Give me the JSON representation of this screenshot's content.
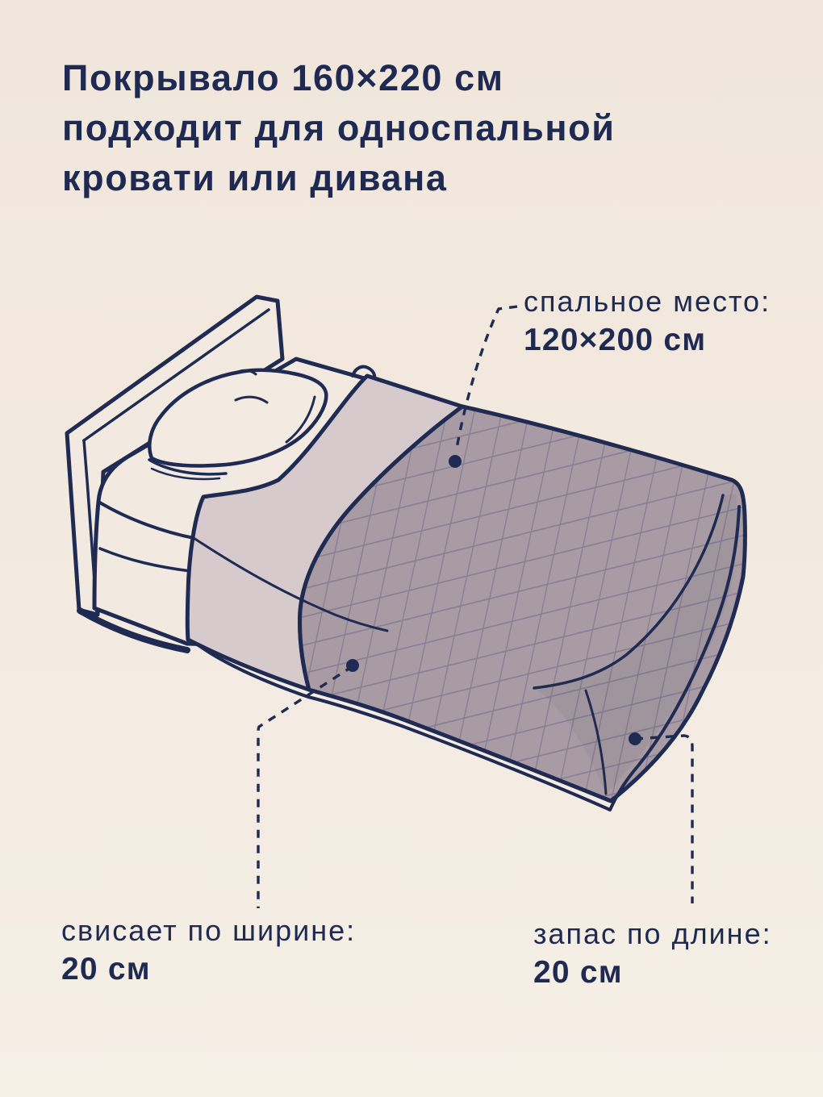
{
  "title": {
    "line1": "Покрывало 160×220 см",
    "line2": "подходит для односпальной",
    "line3": "кровати или дивана"
  },
  "annotations": {
    "sleeping_area": {
      "label": "спальное место:",
      "value": "120×200 см"
    },
    "width_overhang": {
      "label": "свисает по ширине:",
      "value": "20 см"
    },
    "length_margin": {
      "label": "запас по длине:",
      "value": "20 см"
    }
  },
  "illustration": {
    "subject": "односпальная кровать с подушкой под стёганым покрывалом"
  },
  "colors": {
    "navy": "#1f2b52",
    "background_top": "#f0e6dc",
    "background_bottom": "#f6efe6",
    "bed_cream": "#f2e9e0",
    "pillow_cream": "#f3eae1",
    "bedspread_light": "#d7cacd",
    "bedspread_quilt": "#a89ba3",
    "quilt_grid": "#6d6587"
  }
}
